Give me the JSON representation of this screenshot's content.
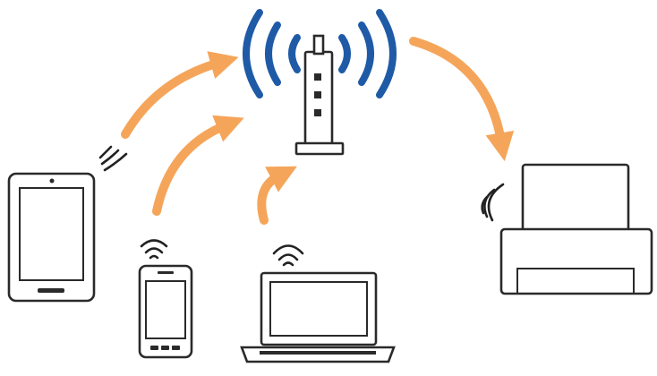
{
  "diagram": {
    "colors": {
      "arrow": "#F5A55A",
      "router_signal": "#1F5AA6",
      "device_outline": "#2A2A2A",
      "background": "#FFFFFF"
    },
    "nodes": [
      {
        "id": "router",
        "icon": "wireless-router-icon"
      },
      {
        "id": "tablet",
        "icon": "tablet-icon"
      },
      {
        "id": "smartphone",
        "icon": "smartphone-icon"
      },
      {
        "id": "laptop",
        "icon": "laptop-icon"
      },
      {
        "id": "printer",
        "icon": "printer-icon"
      }
    ],
    "connections": [
      {
        "from": "tablet",
        "to": "router"
      },
      {
        "from": "smartphone",
        "to": "router"
      },
      {
        "from": "laptop",
        "to": "router"
      },
      {
        "from": "router",
        "to": "printer"
      }
    ]
  }
}
